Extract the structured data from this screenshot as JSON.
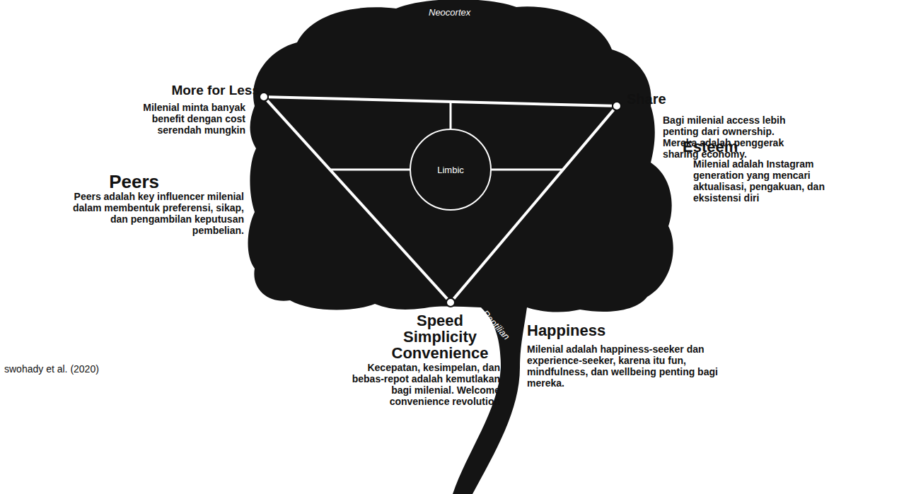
{
  "diagram": {
    "caption": "swohady et al. (2020)",
    "nodes": [
      {
        "text": [
          "More for Less",
          "Milenial minta banyak benefit dengan cost serendah mungkin"
        ]
      },
      {
        "text": [
          "Share",
          "Bagi milenial access lebih penting dari ownership. Mereka adalah penggerak sharing economy."
        ]
      },
      {
        "text": [
          "Limbic"
        ]
      },
      {
        "text": [
          "Speed Simplicity Convenience",
          "Kecepatan, kesimpelan, dan bebas-repot adalah kemutlakan bagi milenial. Welcome convenience revolution"
        ]
      }
    ],
    "edges": [
      {
        "from": 0,
        "to": 1,
        "arrow": "none"
      },
      {
        "from": 1,
        "to": 3,
        "arrow": "none"
      },
      {
        "from": 3,
        "to": 0,
        "arrow": "none"
      }
    ],
    "labels": [
      "Neocortex",
      "Reptilian",
      "Peers",
      "Peers adalah key influencer milenial dalam membentuk preferensi, sikap, dan pengambilan keputusan pembelian.",
      "Esteem",
      "Milenial adalah Instagram generation yang mencari aktualisasi, pengakuan, dan eksistensi diri",
      "Happiness",
      "Milenial adalah happiness-seeker dan experience-seeker, karena itu fun, mindfulness, dan wellbeing penting bagi mereka."
    ]
  }
}
